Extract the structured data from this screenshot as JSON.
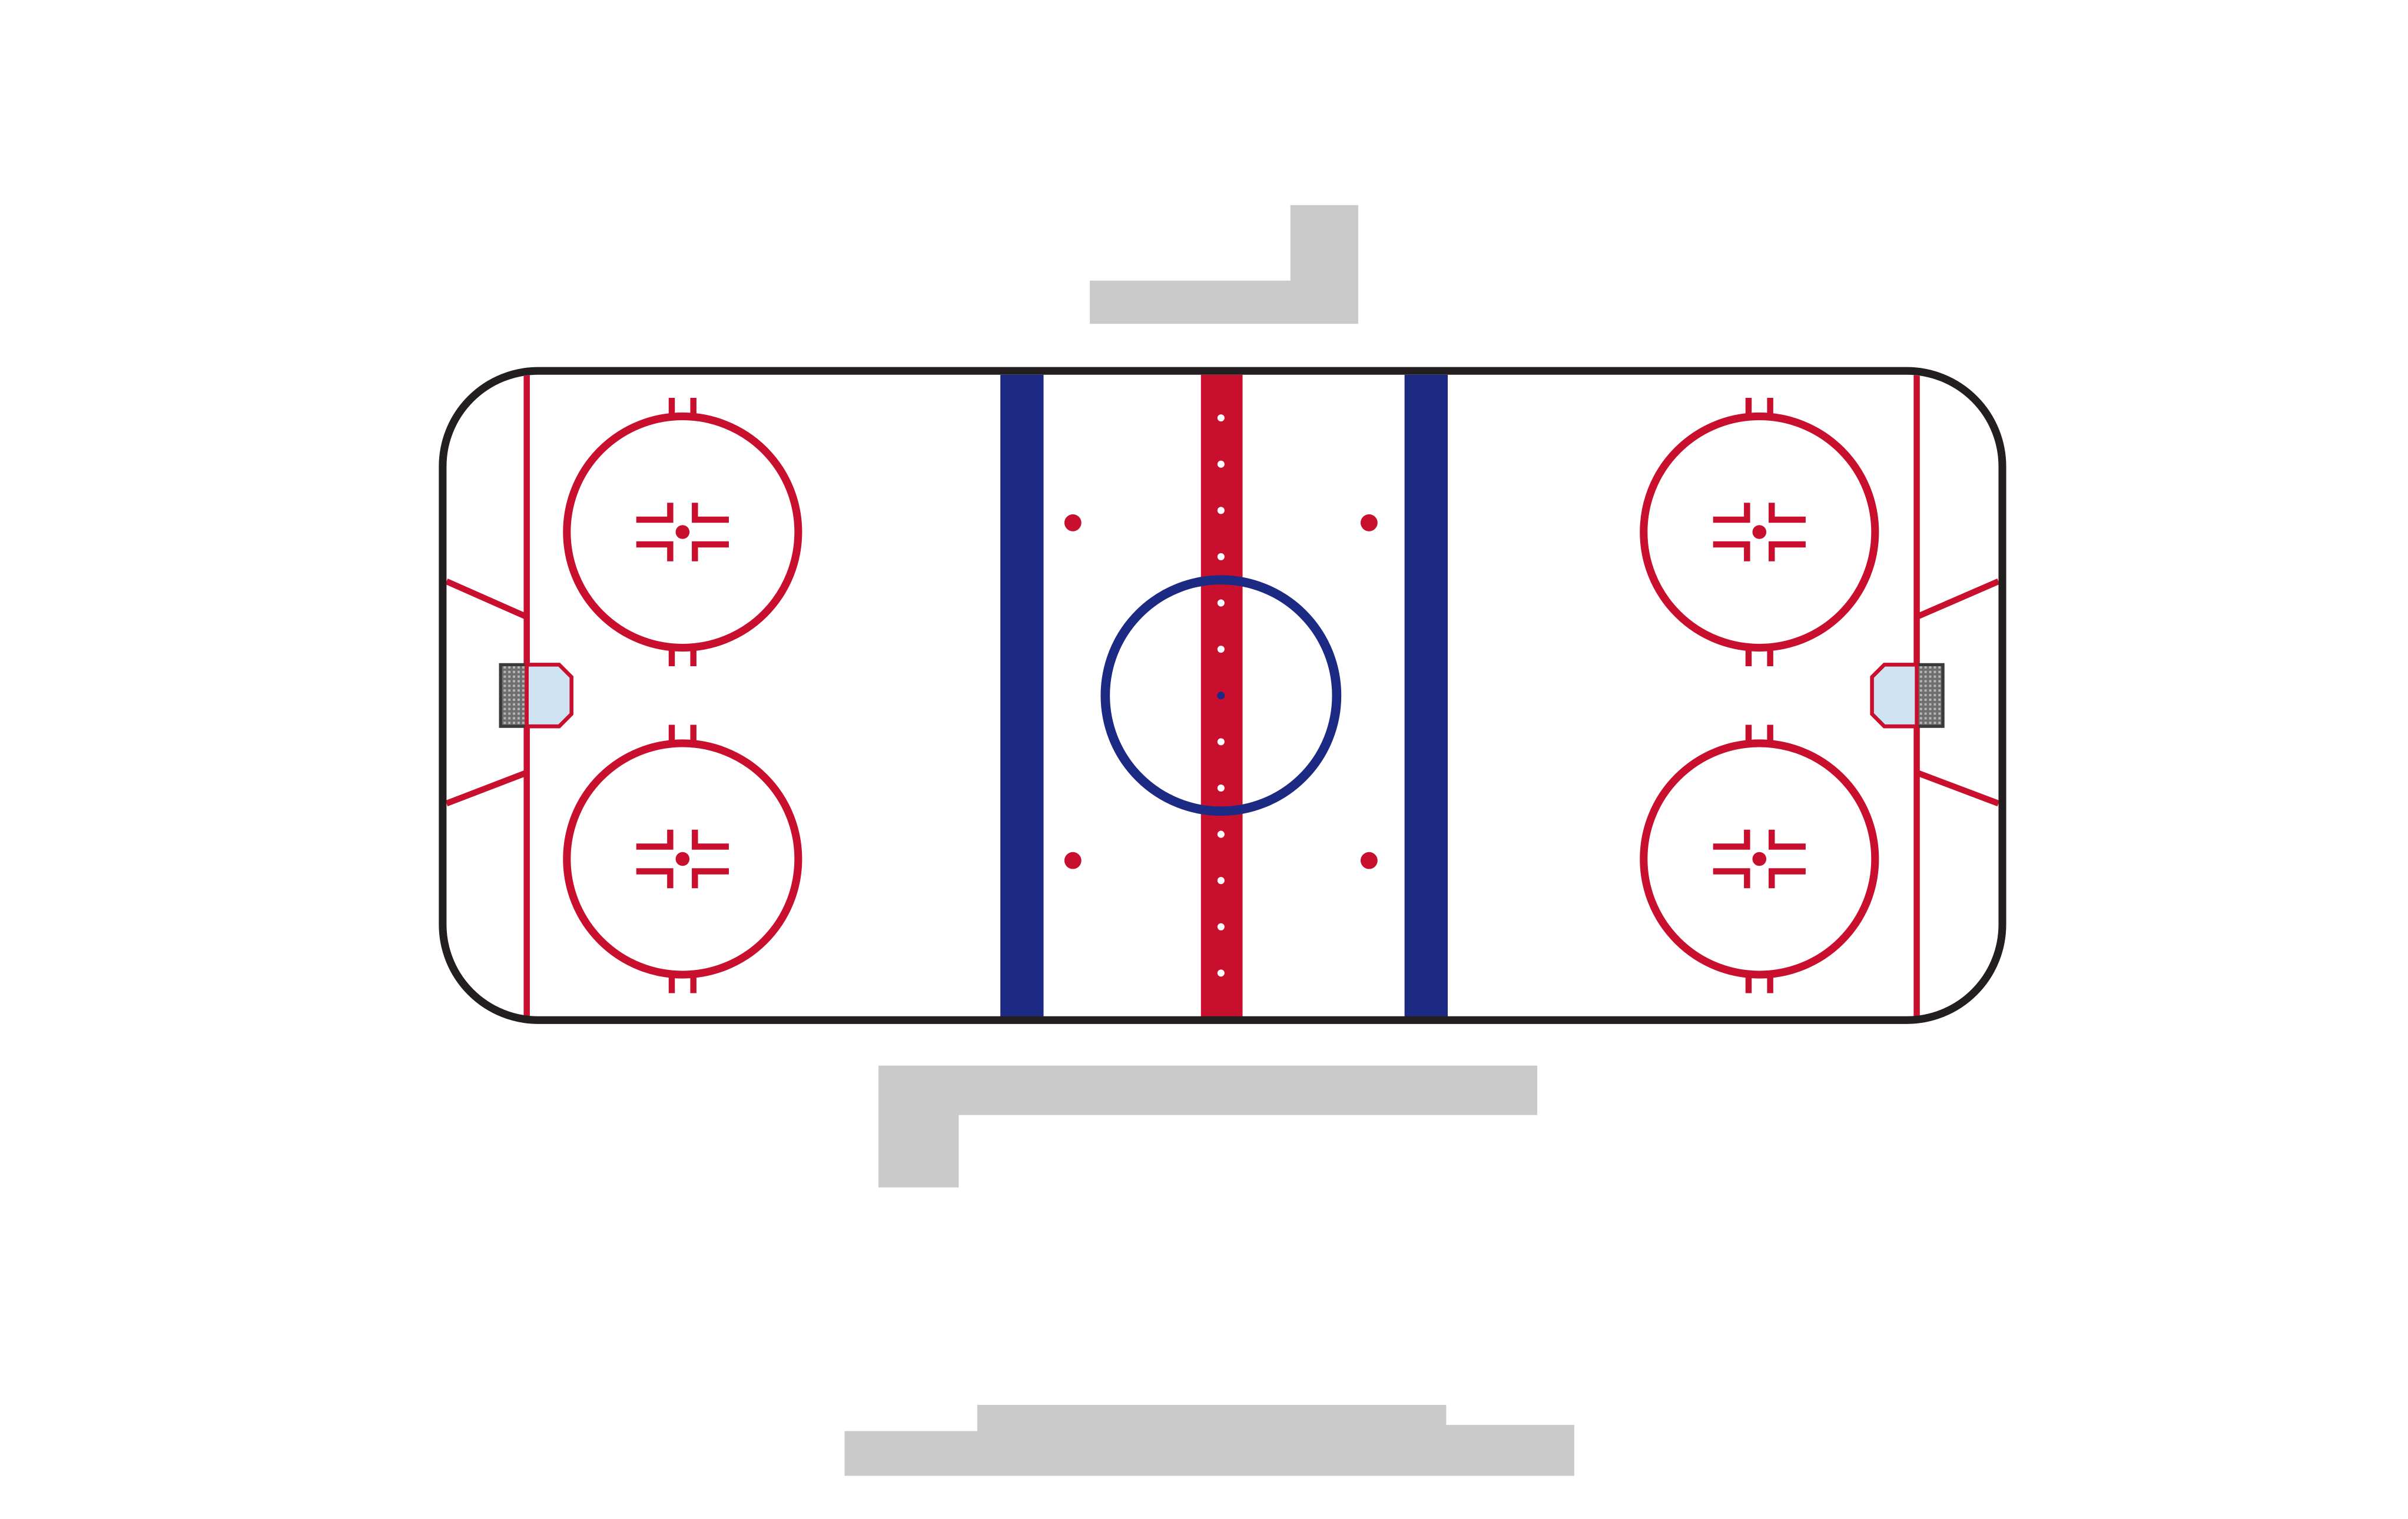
{
  "diagram": {
    "kind": "ice-hockey-rink",
    "orientation": "horizontal",
    "text_labels": [],
    "colors": {
      "background": "#ffffff",
      "ice": "#ffffff",
      "boards": "#231f20",
      "red_lines": "#c8102e",
      "blue_lines": "#1c2a84",
      "crease_fill": "#cfe3f2",
      "net_fill": "#8a8a8a",
      "placeholder_blocks": "#cacaca",
      "center_line_dots": "#ffffff"
    },
    "elements": {
      "faceoff_circles": 5,
      "faceoff_spots_neutral_zone": 4,
      "blue_lines": 2,
      "center_red_line": 1,
      "goal_lines": 2,
      "goal_creases": 2,
      "nets": 2,
      "placeholder_blocks": 3
    }
  }
}
